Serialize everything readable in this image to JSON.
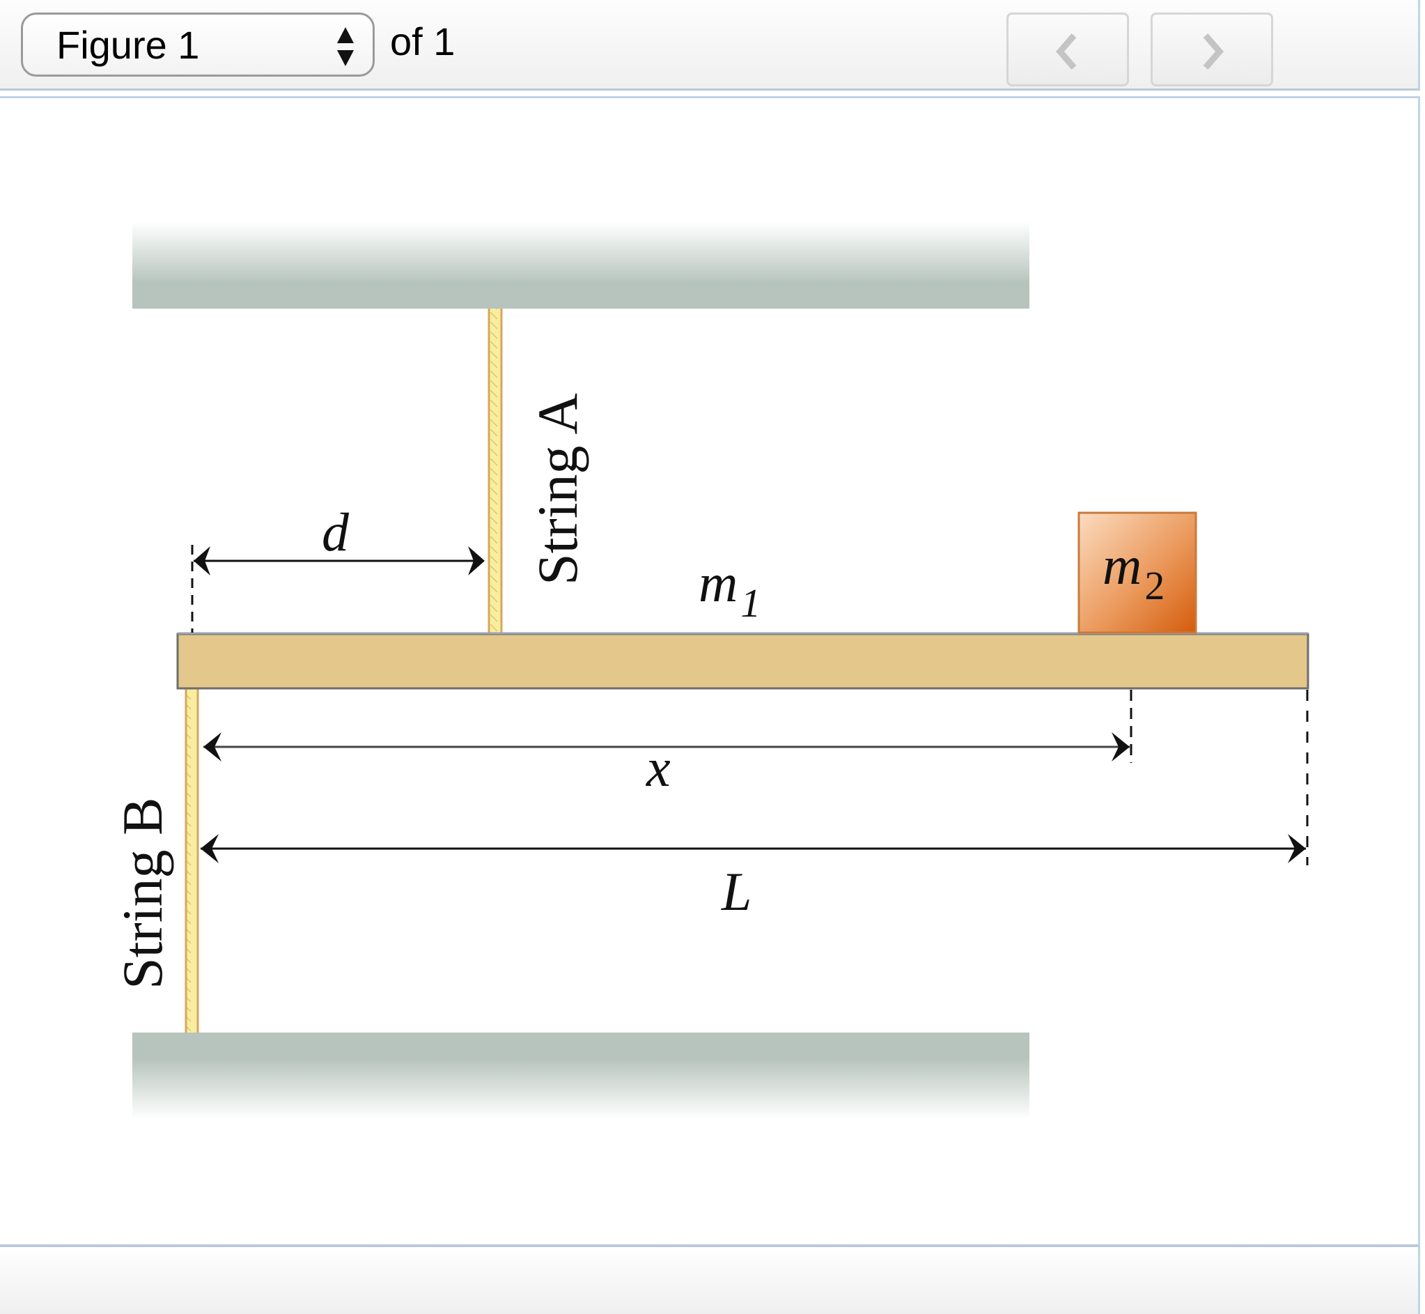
{
  "toolbar": {
    "figure_select": {
      "value": "Figure 1",
      "icon": "updown-arrows-icon"
    },
    "of_label": "of 1",
    "prev_button": {
      "icon": "chevron-left-icon",
      "enabled": false
    },
    "next_button": {
      "icon": "chevron-right-icon",
      "enabled": false
    }
  },
  "figure": {
    "labels": {
      "string_a": "String A",
      "string_b": "String B",
      "d": "d",
      "m1": "m",
      "m1_sub": "1",
      "m2": "m",
      "m2_sub": "2",
      "x": "x",
      "L": "L"
    },
    "colors": {
      "support": "#b7c4bd",
      "beam": "#e4c78a",
      "beam_border": "#6e6e6e",
      "string_fill": "#f7ec9f",
      "string_edge": "#d9a55c",
      "block_light": "#fbd8bb",
      "block_dark": "#d6600f",
      "frame_border": "#b9cadb"
    }
  }
}
